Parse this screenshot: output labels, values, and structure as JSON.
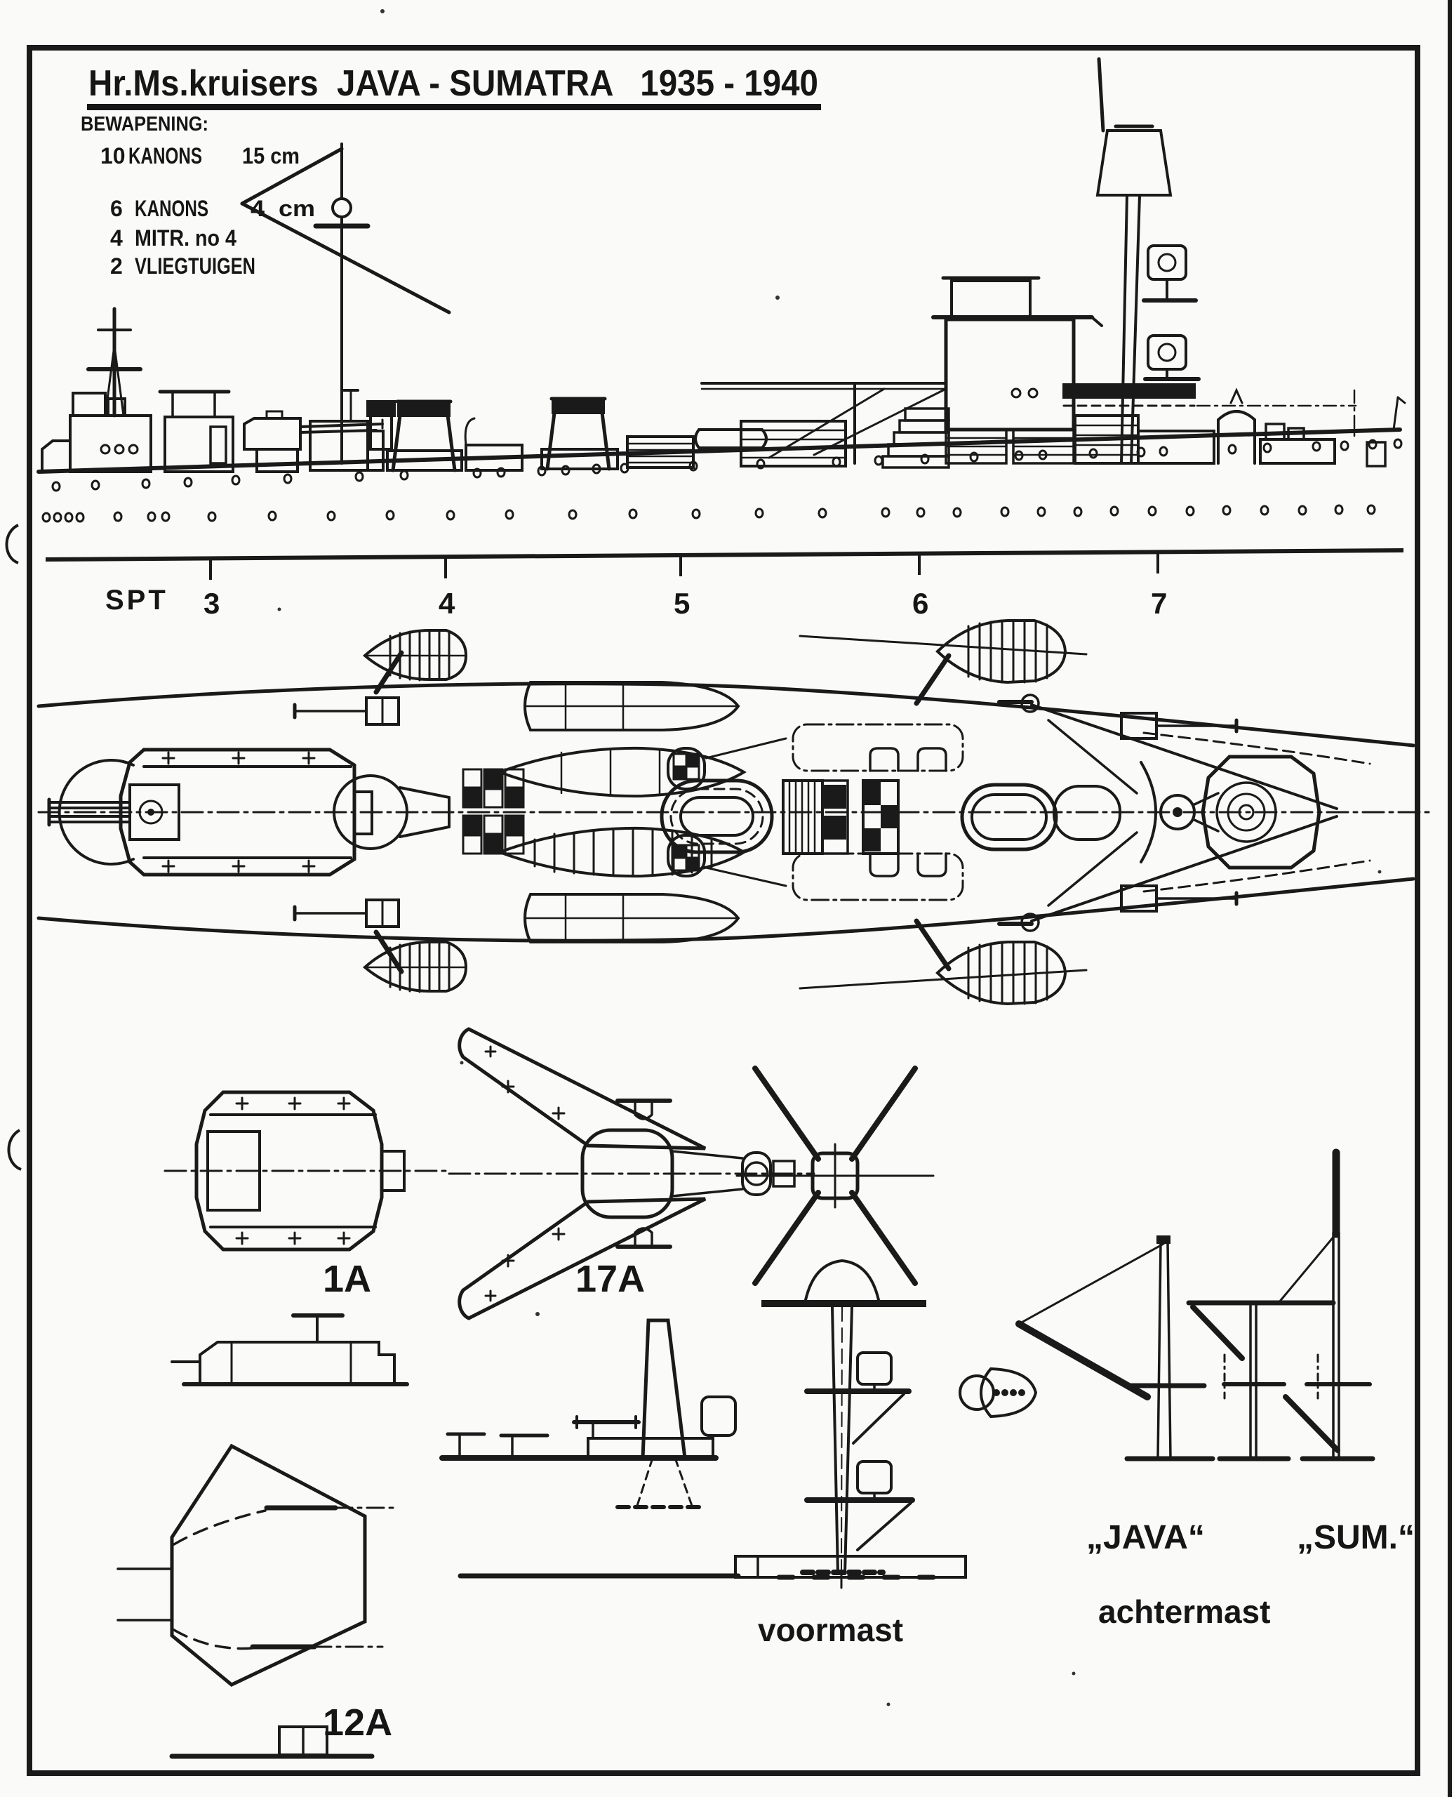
{
  "title": {
    "text": "Hr.Ms.kruisers  JAVA - SUMATRA   1935 - 1940"
  },
  "armament": {
    "heading": "BEWAPENING:",
    "rows": [
      {
        "qty": "10",
        "name": "KANONS",
        "cal": "15 cm"
      },
      {
        "qty": "6",
        "name": "KANONS",
        "cal": "4  cm"
      },
      {
        "qty": "4",
        "name": "MITR. no 4",
        "cal": ""
      },
      {
        "qty": "2",
        "name": "VLIEGTUIGEN",
        "cal": ""
      }
    ]
  },
  "scale": {
    "label": "SPT",
    "stations": [
      "3",
      "4",
      "5",
      "6",
      "7"
    ]
  },
  "labels": {
    "detail_1a": "1A",
    "detail_17a": "17A",
    "detail_12a": "12A",
    "voormast": "voormast",
    "achtermast": "achtermast",
    "java": "„JAVA“",
    "sum": "„SUM.“"
  }
}
